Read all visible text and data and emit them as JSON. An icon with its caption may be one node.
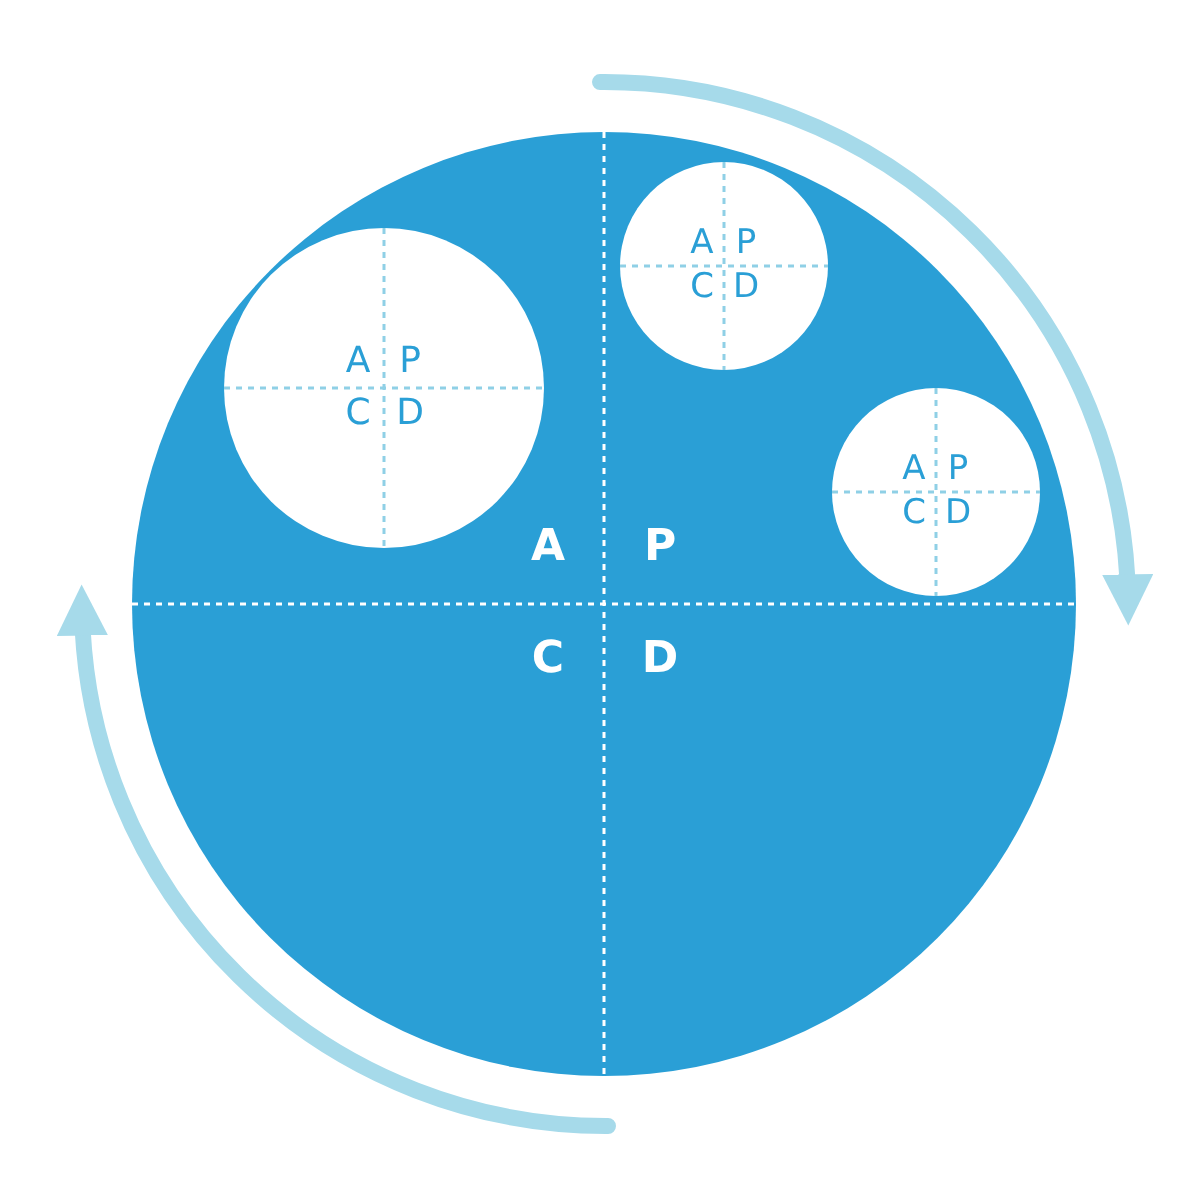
{
  "diagram": {
    "nodes": [
      {
        "text": [
          "A",
          "P",
          "C",
          "D"
        ]
      },
      {
        "text": [
          "A",
          "P",
          "C",
          "D"
        ],
        "in": 0
      },
      {
        "text": [
          "A",
          "P",
          "C",
          "D"
        ],
        "in": 0
      },
      {
        "text": [
          "A",
          "P",
          "C",
          "D"
        ],
        "in": 0
      }
    ]
  }
}
